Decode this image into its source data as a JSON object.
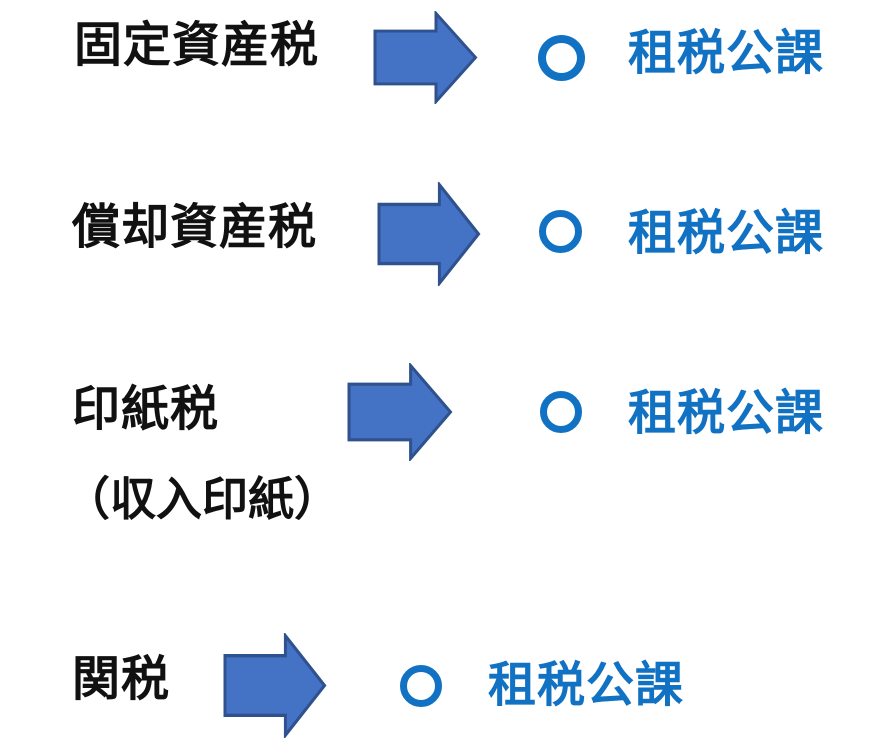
{
  "diagram": {
    "description_colors": {
      "source_text": "#111111",
      "result_text": "#1171C3",
      "marker_ring": "#1171C3",
      "arrow_fill": "#4472C4",
      "arrow_border": "#2F528F",
      "background": "#FFFFFF"
    },
    "rows": [
      {
        "source": "固定資産税",
        "marker": "〇",
        "result": "租税公課"
      },
      {
        "source": "償却資産税",
        "marker": "〇",
        "result": "租税公課"
      },
      {
        "source": "印紙税",
        "source_note": "（収入印紙）",
        "marker": "〇",
        "result": "租税公課"
      },
      {
        "source": "関税",
        "marker": "〇",
        "result": "租税公課"
      }
    ]
  }
}
